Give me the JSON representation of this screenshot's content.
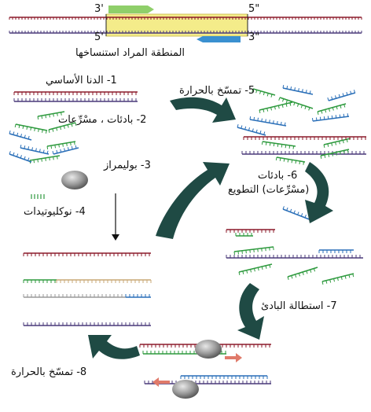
{
  "colors": {
    "strand_red": "#8b1a2a",
    "strand_purple": "#4a3a7a",
    "primer_green": "#2e9a3e",
    "primer_blue": "#2a6fb8",
    "primer_green_light": "#8fcf6a",
    "primer_blue_light": "#3a90d0",
    "target_region": "#f4ec8a",
    "arrow": "#1f4a44",
    "polymerase": "#8a8a8a",
    "new_strand_tan": "#c9a877",
    "new_strand_grey": "#9a9a9a",
    "extension_arrow": "#e07a6a"
  },
  "top_diagram": {
    "label_3_left": "3'",
    "label_5_right": "5\"",
    "label_5_left": "5'",
    "label_3_right": "3\"",
    "target_caption": "المنطقة المراد استنساخها"
  },
  "steps": {
    "s1": "1- الدنا الأساسي",
    "s2": "2- بادئات ، مسْرِّعات",
    "s3": "3- بوليمراز",
    "s4": "4- نوكليوتيدات",
    "s5": "5- تمسّخ بالحرارة",
    "s6_line1": "6- بادئات",
    "s6_line2": "(مسْرِّعات) التطويع",
    "s7": "7- استطالة البادئ",
    "s8": "8- تمسّخ بالحرارة"
  },
  "icons": {
    "polymerase": "polymerase-blob-icon",
    "arrow": "curved-arrow-icon",
    "extension": "extension-arrow-icon"
  }
}
